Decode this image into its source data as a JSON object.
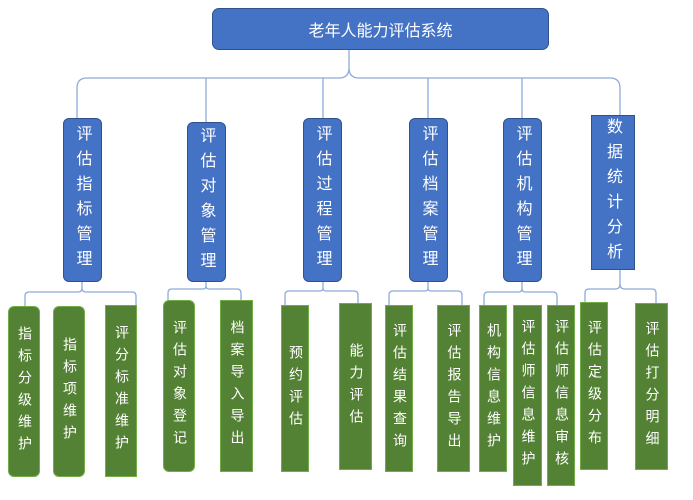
{
  "root": {
    "label": "老年人能力评估系统"
  },
  "modules": [
    {
      "label": "评估指标管理",
      "children": [
        "指标分级维护",
        "指标项维护",
        "评分标准维护"
      ]
    },
    {
      "label": "评估对象管理",
      "children": [
        "评估对象登记",
        "档案导入导出"
      ]
    },
    {
      "label": "评估过程管理",
      "children": [
        "预约评估",
        "能力评估"
      ]
    },
    {
      "label": "评估档案管理",
      "children": [
        "评估结果查询",
        "评估报告导出"
      ]
    },
    {
      "label": "评估机构管理",
      "children": [
        "机构信息维护",
        "评估师信息维护",
        "评估师信息审核"
      ]
    },
    {
      "label": "数据统计分析",
      "children": [
        "评估定级分布",
        "评估打分明细"
      ]
    }
  ],
  "colors": {
    "module": "#4472C4",
    "leaf": "#548235",
    "connector": "#8FAADC"
  }
}
